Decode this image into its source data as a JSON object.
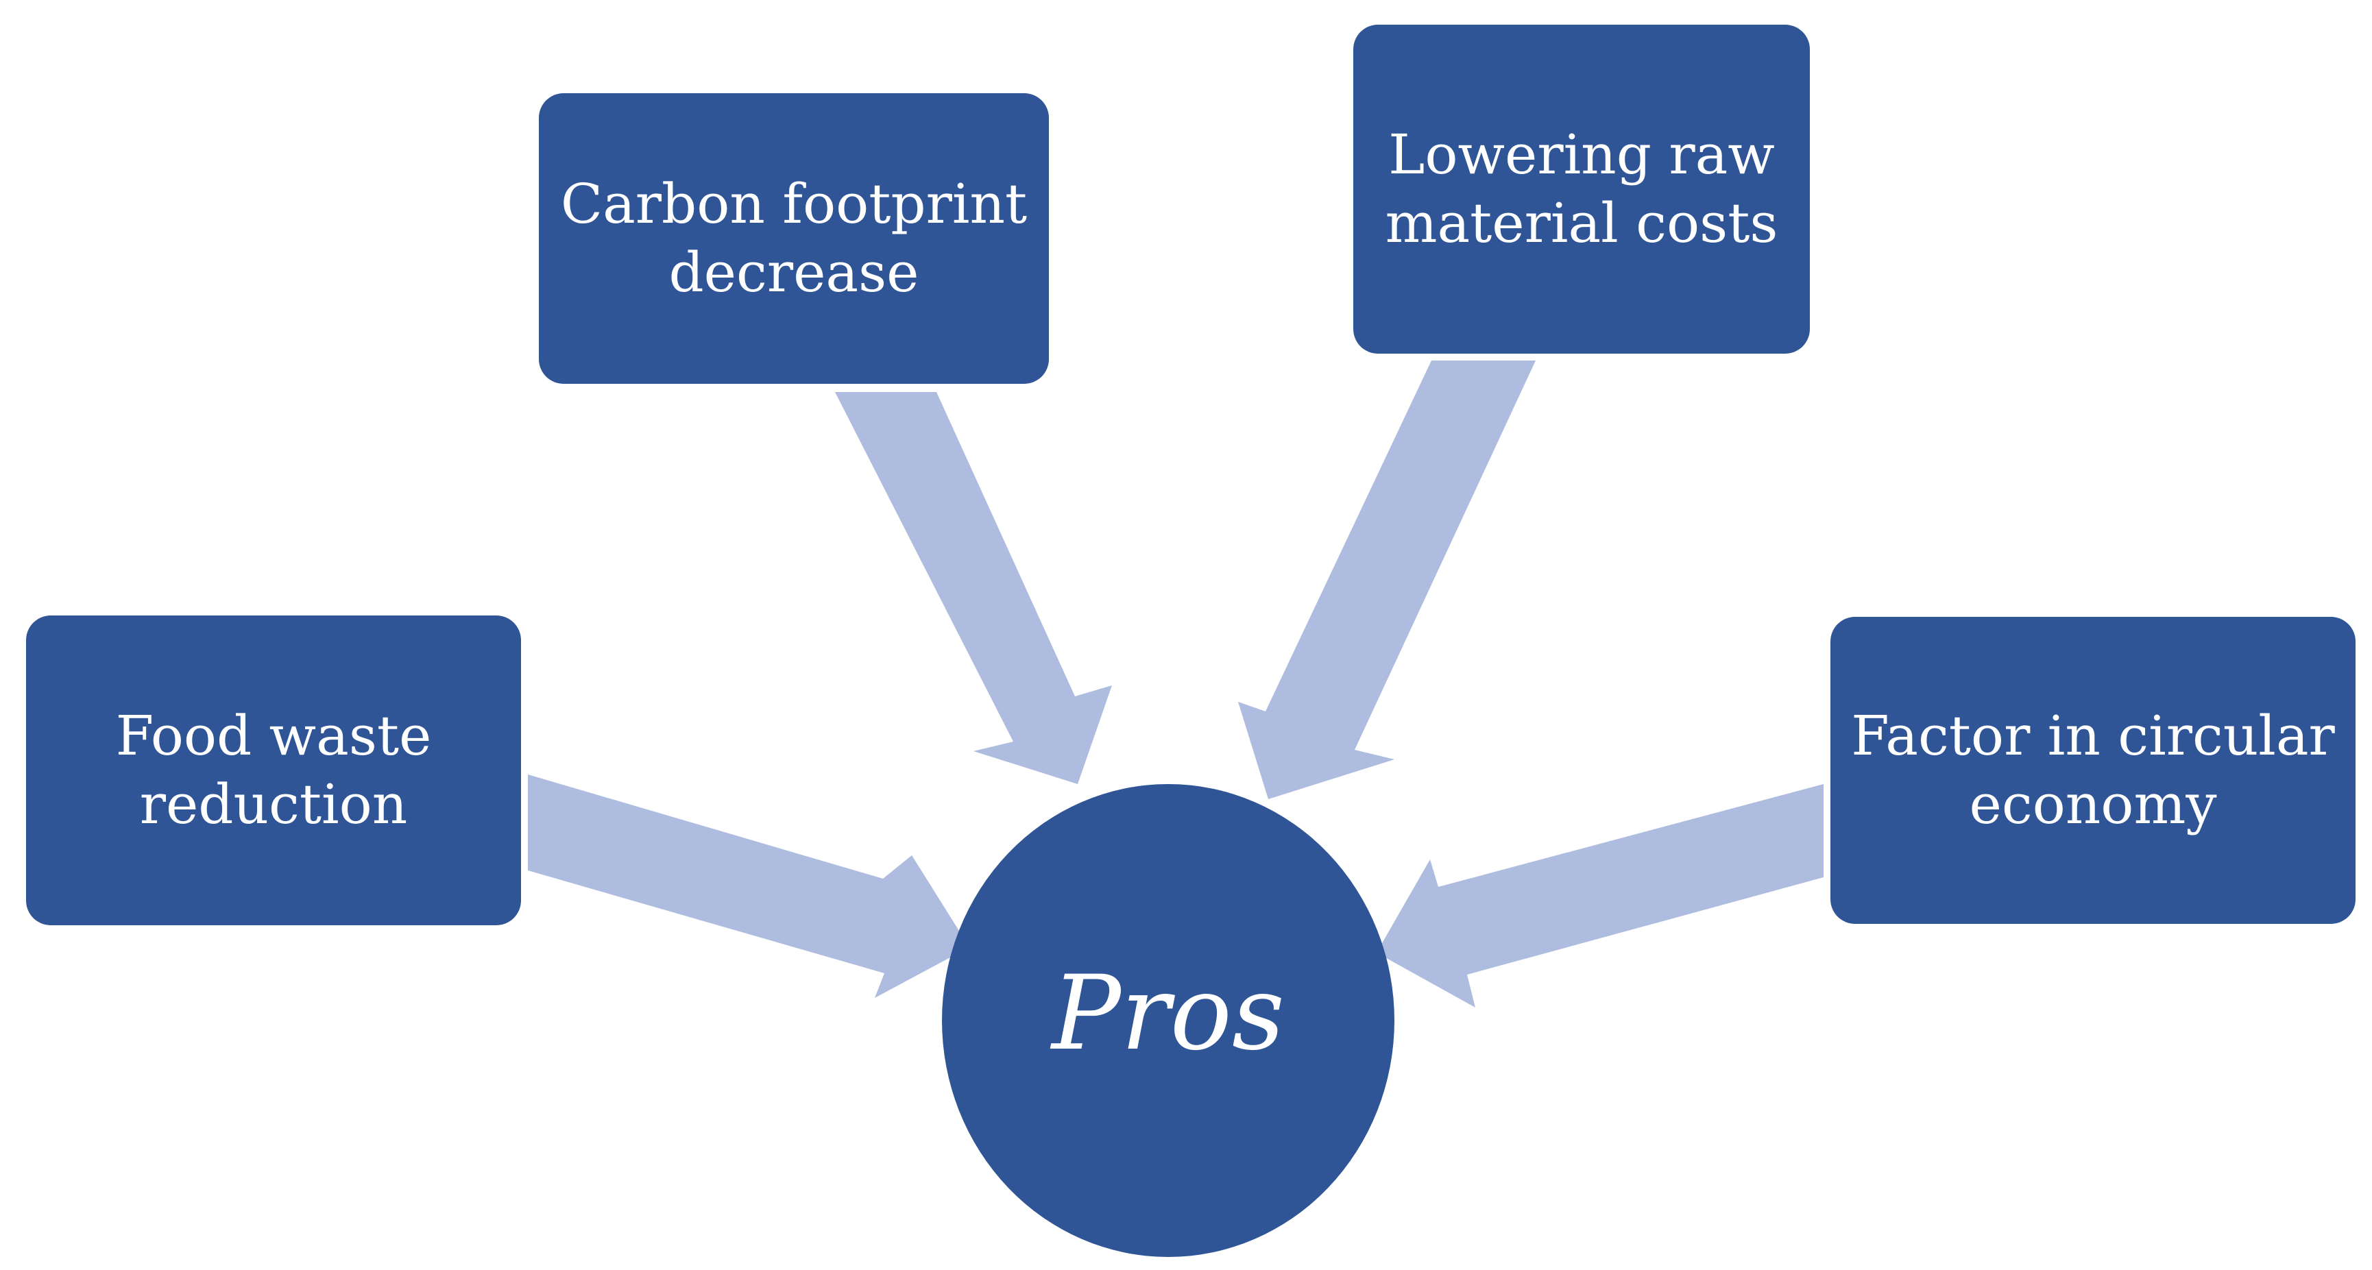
{
  "diagram": {
    "center": {
      "label": "Pros"
    },
    "nodes": [
      {
        "id": "food",
        "label": "Food waste\nreduction"
      },
      {
        "id": "carbon",
        "label": "Carbon footprint\ndecrease"
      },
      {
        "id": "lowering",
        "label": "Lowering raw\nmaterial costs"
      },
      {
        "id": "factor",
        "label": "Factor in circular\neconomy"
      }
    ],
    "colors": {
      "node_fill": "#2f5597",
      "arrow_fill": "#aebcdf",
      "text": "#ffffff",
      "background": "#ffffff"
    }
  }
}
